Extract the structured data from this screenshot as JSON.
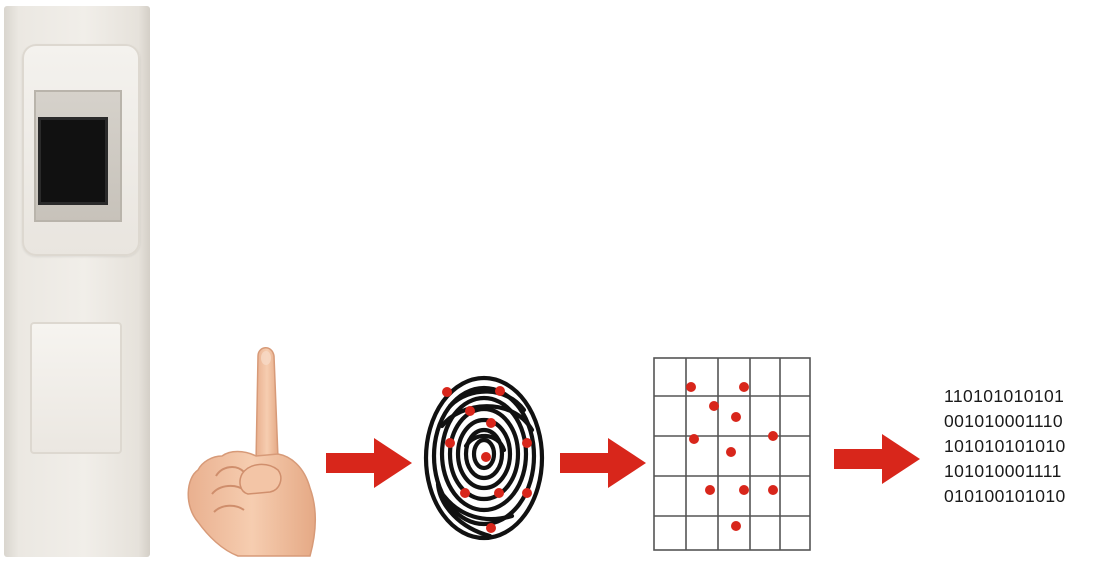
{
  "binary_code": {
    "lines": [
      "110101010101",
      "001010001110",
      "101010101010",
      "101010001111",
      "010100101010"
    ]
  },
  "colors": {
    "arrow": "#d8261b",
    "minutiae": "#d8261b",
    "grid_lines": "#555555",
    "fingerprint_ridges": "#111111",
    "sensor": "#111111",
    "device_body": "#ece9e3",
    "skin": "#f2c4a4",
    "binary_text": "#1a1a1a"
  },
  "icons": {
    "device": "fingerprint-reader-icon",
    "hand": "raised-index-finger-icon",
    "fingerprint": "fingerprint-icon",
    "grid": "minutiae-grid-icon",
    "arrow": "right-arrow-icon"
  }
}
